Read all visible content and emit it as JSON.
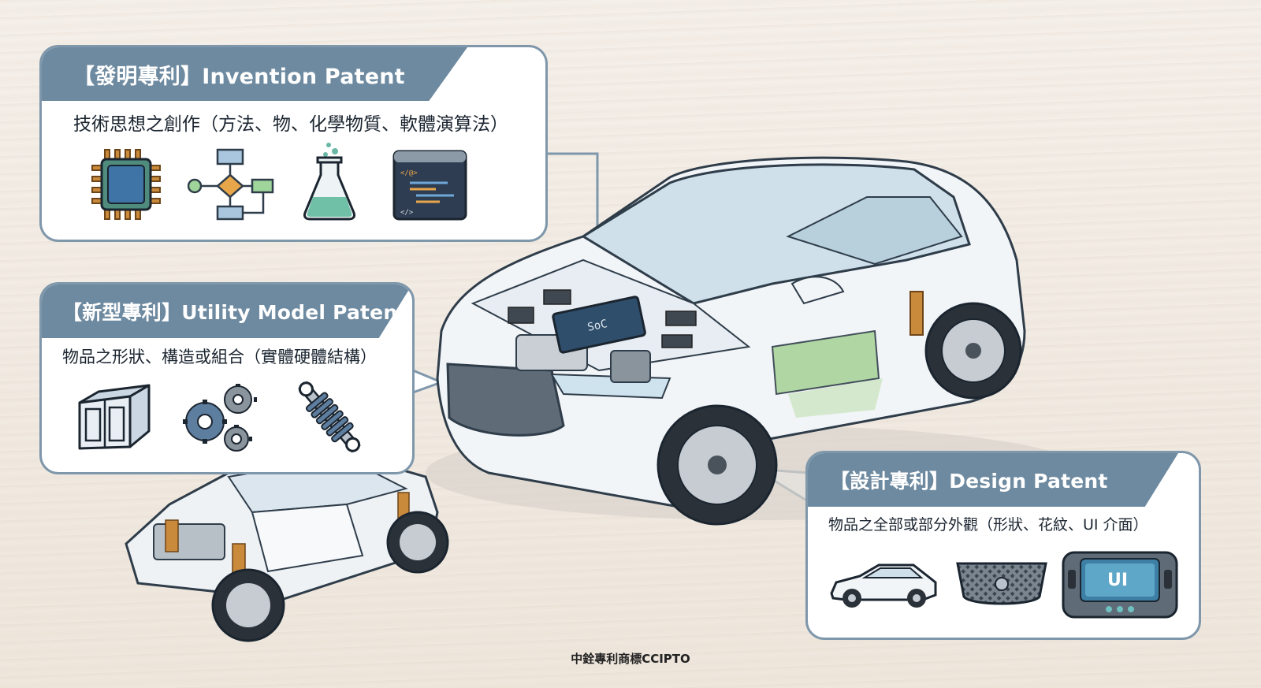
{
  "invention": {
    "title": "【發明專利】Invention Patent",
    "description": "技術思想之創作（方法、物、化學物質、軟體演算法）",
    "icons": [
      "chip-icon",
      "flowchart-icon",
      "flask-icon",
      "code-window-icon"
    ],
    "code_labels": [
      "</@>",
      "</>"
    ]
  },
  "utility": {
    "title": "【新型專利】Utility Model Patent",
    "description": "物品之形狀、構造或組合（實體硬體結構）",
    "icons": [
      "frame-structure-icon",
      "gears-icon",
      "spring-shock-icon"
    ]
  },
  "design": {
    "title": "【設計專利】Design Patent",
    "description": "物品之全部或部分外觀（形狀、花紋、UI 介面）",
    "icons": [
      "car-silhouette-icon",
      "grille-icon",
      "ui-screen-icon"
    ],
    "ui_label": "UI"
  },
  "illustration": {
    "chip_label": "SoC"
  },
  "footer": "中銓專利商標CCIPTO",
  "colors": {
    "header": "#6e8aa0",
    "border": "#7f97ab",
    "text": "#1b2530"
  }
}
